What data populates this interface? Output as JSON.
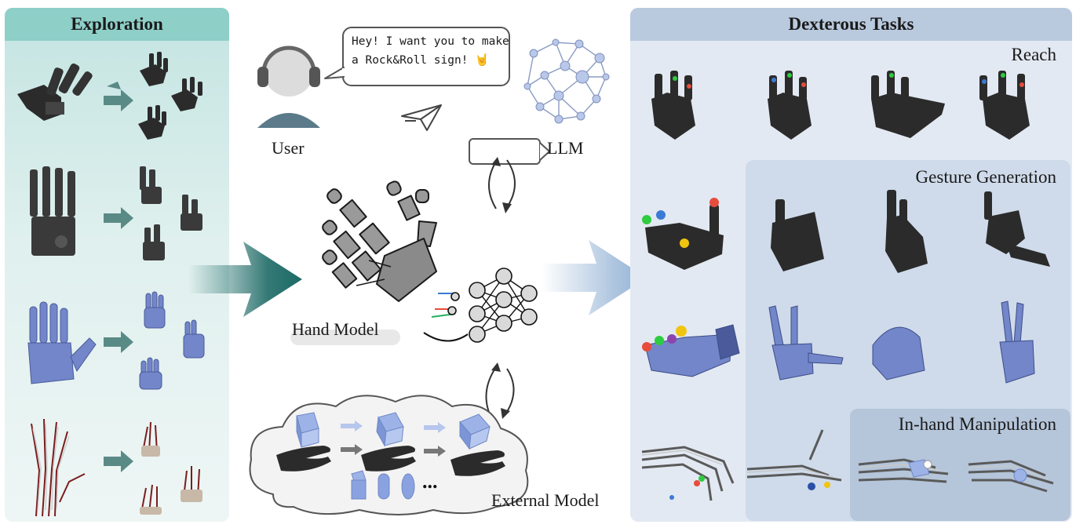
{
  "exploration": {
    "title": "Exploration"
  },
  "center": {
    "user_label": "User",
    "speech_line1": "Hey! I want you to make",
    "speech_line2": "a Rock&Roll sign! 🤘",
    "llm_label": "LLM",
    "hand_model_label": "Hand Model",
    "external_model_label": "External Model",
    "ellipsis": "..."
  },
  "dexterous": {
    "title": "Dexterous Tasks",
    "reach_label": "Reach",
    "gesture_label": "Gesture Generation",
    "inhand_label": "In-hand Manipulation"
  },
  "colors": {
    "exploration_header": "#8ecfc8",
    "exploration_arrow": "#1d6a66",
    "dexterous_header": "#b9c9de",
    "dexterous_arrow": "#a4bedb",
    "blue_hand": "#7286c9",
    "dark_hand": "#2b2b2b",
    "cube": "#9db3e8"
  }
}
